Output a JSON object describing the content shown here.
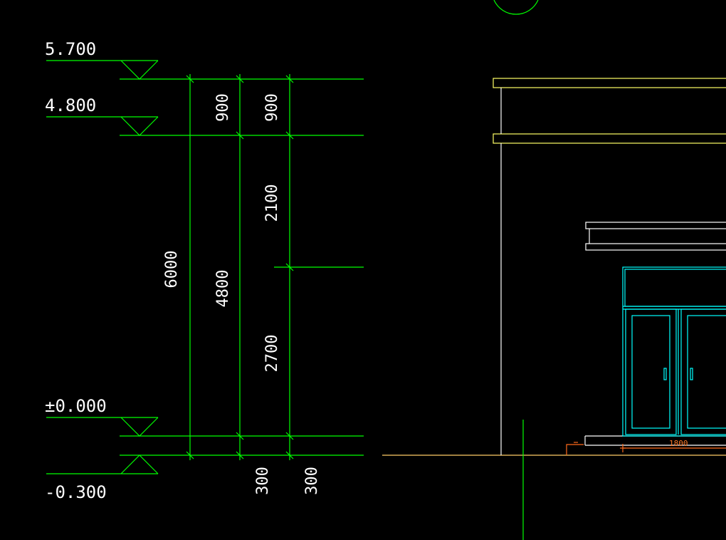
{
  "colors": {
    "background": "#000000",
    "dimension": "#00ff00",
    "text": "#ffffff",
    "wall": "#ffffff",
    "eave": "#ffff66",
    "door": "#00ffff",
    "ground": "#ffcc66",
    "annotation": "#ff6a1a"
  },
  "levels": {
    "l5700": "5.700",
    "l4800": "4.800",
    "l0000": "±0.000",
    "lneg300": "-0.300"
  },
  "dimensions": {
    "total_height": "6000",
    "inner_height": "4800",
    "parapet_a": "900",
    "parapet_b": "900",
    "upper_segment": "2100",
    "lower_segment": "2700",
    "plinth_a": "300",
    "plinth_b": "300"
  },
  "elevation": {
    "step_width": "1800"
  }
}
